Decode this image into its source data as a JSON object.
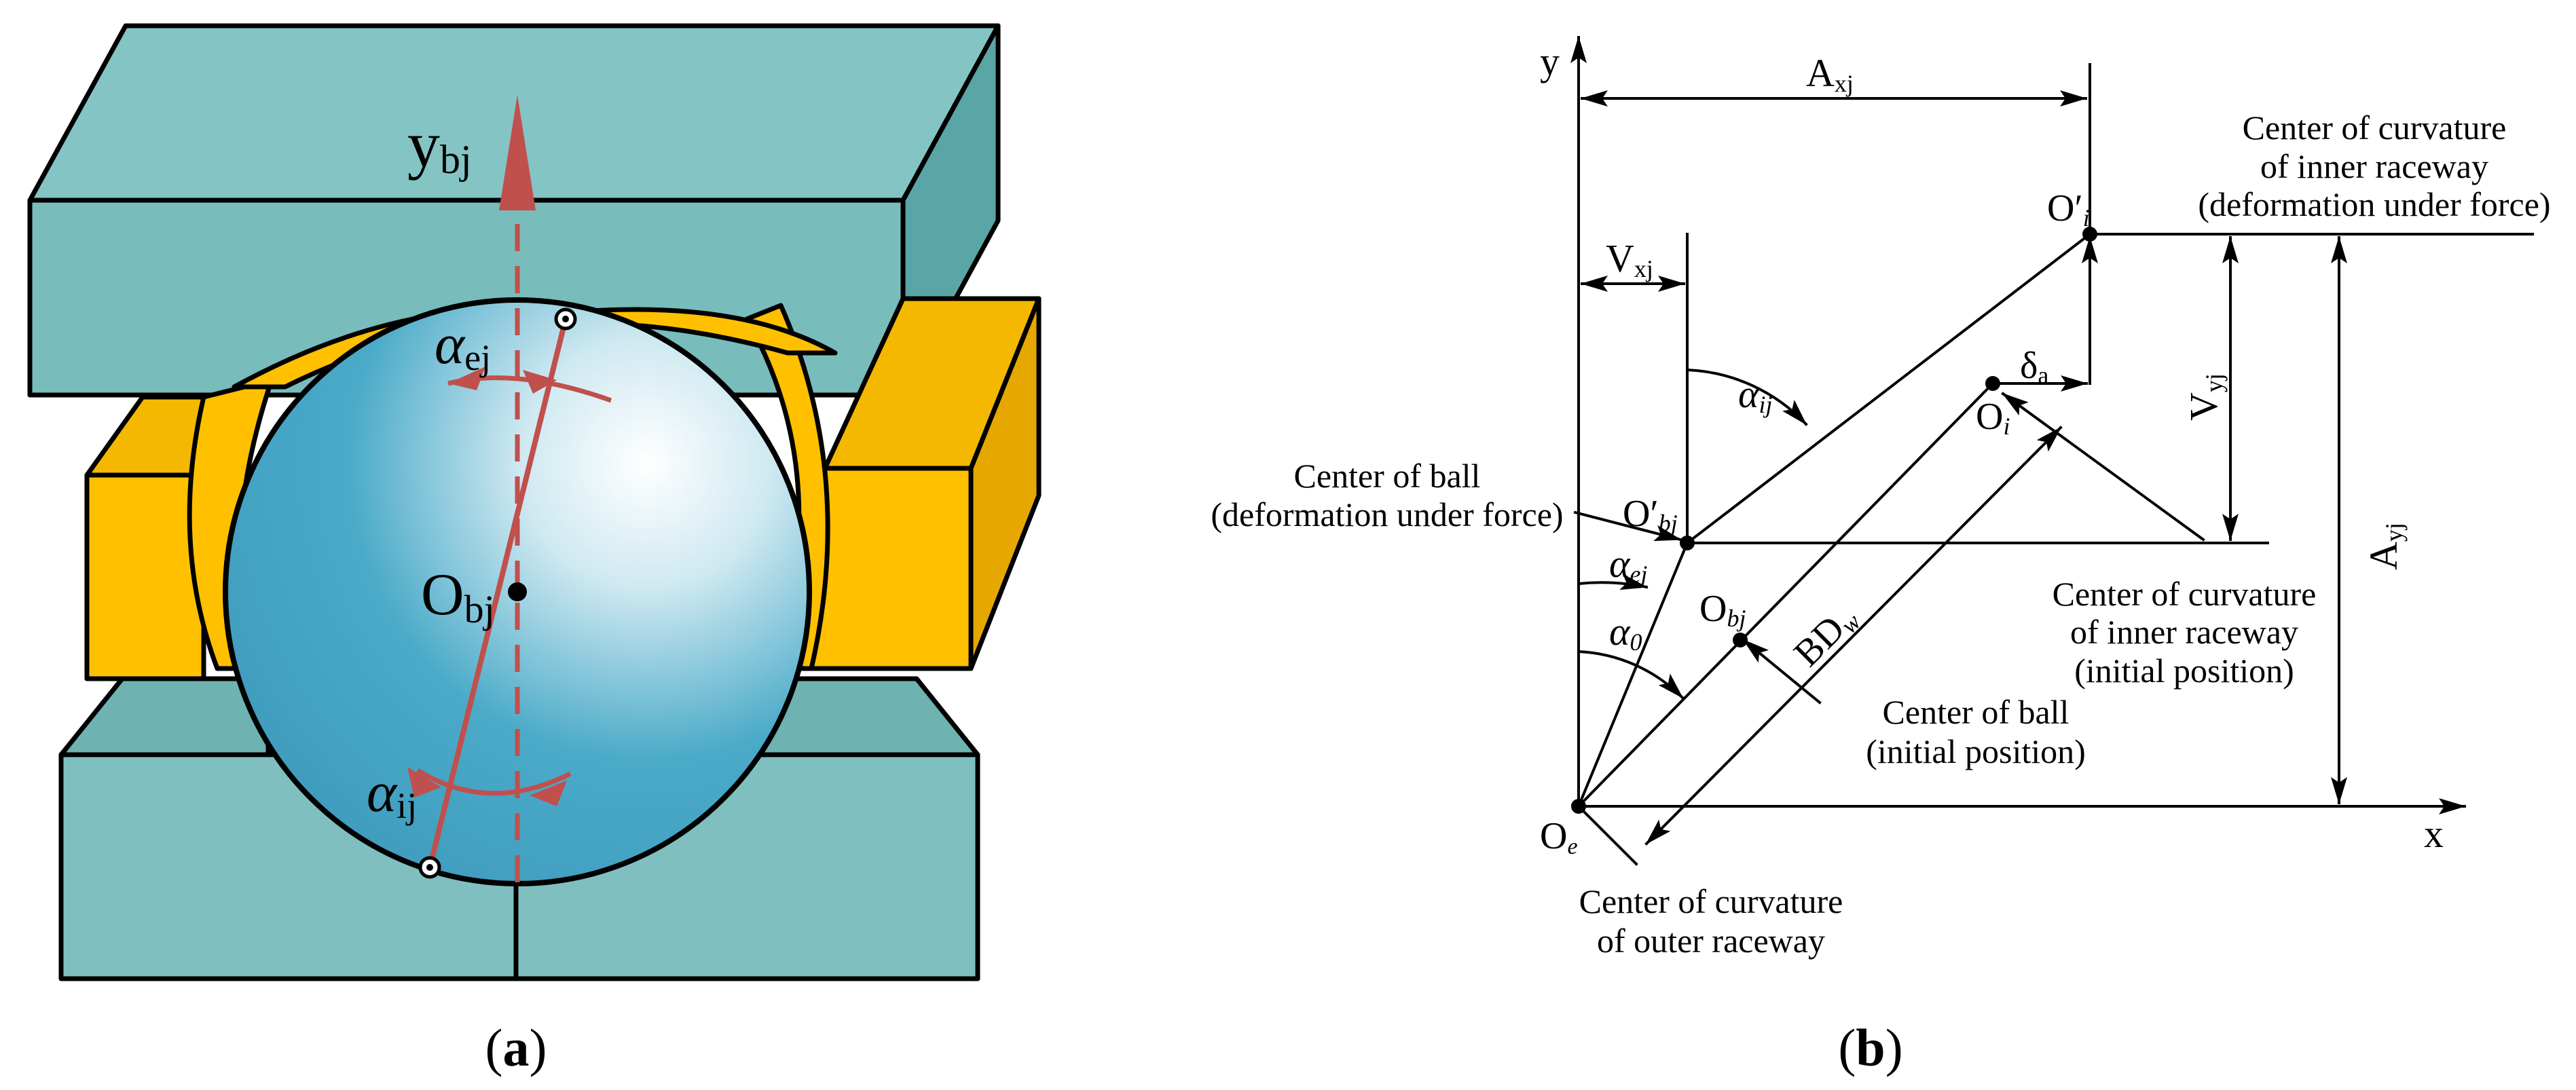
{
  "panel_a": {
    "caption": "(a)",
    "axis_label": {
      "main": "y",
      "sub": "bj"
    },
    "center_label": {
      "main": "O",
      "sub": "bj"
    },
    "alpha_e_label": {
      "main": "α",
      "sub": "ej"
    },
    "alpha_i_label": {
      "main": "α",
      "sub": "ij"
    },
    "colors": {
      "housing": "#7fbfbf",
      "housing_dark": "#3f8f8f",
      "cage": "#ffc000",
      "ball": "#4aaac8",
      "ball_highlight": "#ffffff",
      "contact_line": "#c0504d"
    }
  },
  "panel_b": {
    "caption": "(b)",
    "axis_x": "x",
    "axis_y": "y",
    "dims": {
      "Axj": {
        "main": "A",
        "sub": "xj"
      },
      "Vxj": {
        "main": "V",
        "sub": "xj"
      },
      "Vyj": {
        "main": "V",
        "sub": "yj"
      },
      "Ayj": {
        "main": "A",
        "sub": "yj"
      },
      "delta_a": {
        "main": "δ",
        "sub": "a"
      },
      "alpha_ij": {
        "main": "α",
        "sub": "ij"
      },
      "alpha_ej": {
        "main": "α",
        "sub": "ej"
      },
      "alpha_0": {
        "main": "α",
        "sub": "0"
      },
      "BDw": {
        "main": "BD",
        "sub": "w"
      }
    },
    "points": {
      "O_i_prime": {
        "main": "O′",
        "sub": "i"
      },
      "O_i": {
        "main": "O",
        "sub": "i"
      },
      "O_bj_prime": {
        "main": "O′",
        "sub": "bj"
      },
      "O_bj": {
        "main": "O",
        "sub": "bj"
      },
      "O_e": {
        "main": "O",
        "sub": "e"
      }
    },
    "notes": {
      "inner_deformed": [
        "Center of curvature",
        "of inner raceway",
        "(deformation under force)"
      ],
      "ball_deformed": [
        "Center of ball",
        "(deformation under force)"
      ],
      "inner_initial": [
        "Center of curvature",
        "of inner raceway",
        "(initial position)"
      ],
      "ball_initial": [
        "Center of ball",
        "(initial position)"
      ],
      "outer": [
        "Center of curvature",
        "of outer raceway"
      ]
    }
  }
}
